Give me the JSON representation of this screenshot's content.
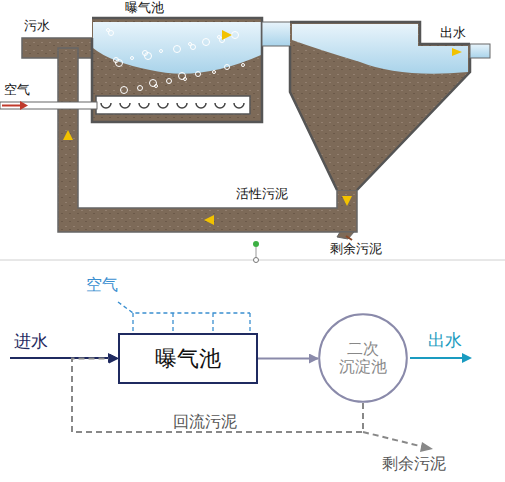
{
  "diagram": {
    "nodes": [
      {
        "text": [
          "曝气池"
        ]
      },
      {
        "text": [
          "二次 沉淀池"
        ]
      }
    ],
    "edges": [
      {
        "from": 0,
        "to": 1,
        "arrow": "to"
      },
      {
        "from": 1,
        "to": 0,
        "arrow": "to",
        "label": "回流污泥"
      }
    ],
    "labels": [
      "曝气池",
      "污水",
      "空气",
      "出水",
      "活性污泥",
      "剩余污泥",
      "空气",
      "进水",
      "出水",
      "剩余污泥"
    ]
  }
}
